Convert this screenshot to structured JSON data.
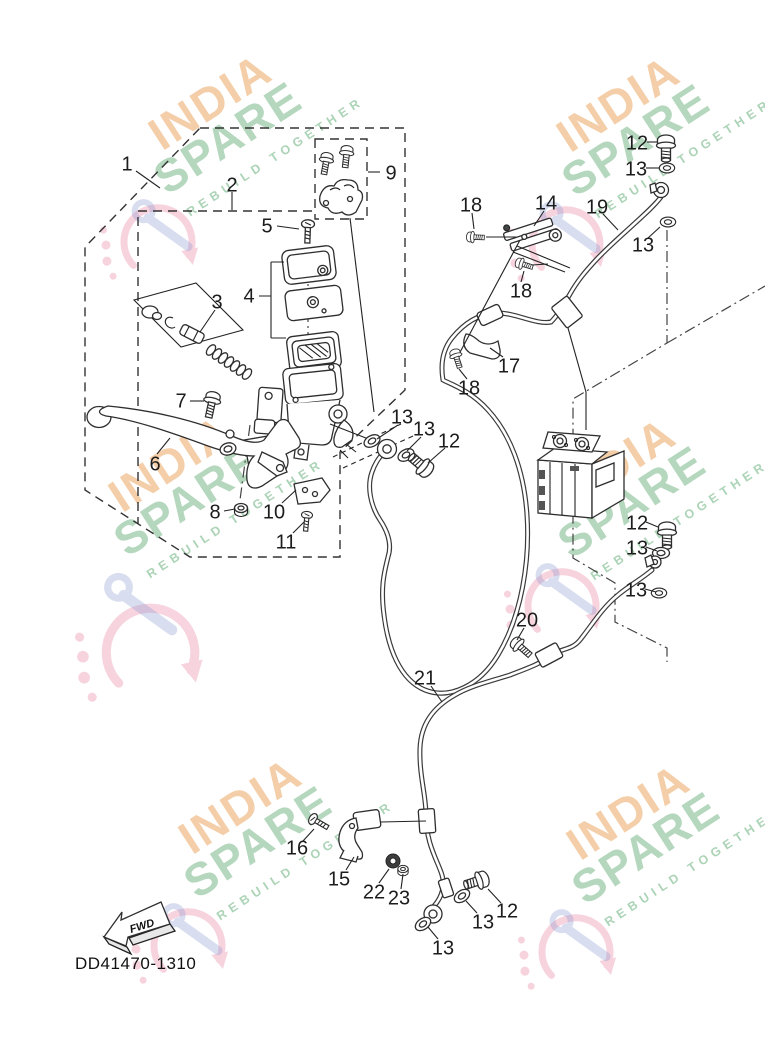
{
  "diagram": {
    "code": "DD41470-1310",
    "fwd_label": "FWD"
  },
  "watermark": {
    "line1": "INDIA",
    "line2": "SPARE",
    "line3": "REBUILD TOGETHER",
    "colors": {
      "india": "#e8933f",
      "spare": "#5aa86f",
      "rebuild": "#5aa86f",
      "icon_pink": "#e87d9e",
      "icon_blue": "#8294cf"
    }
  },
  "labels": [
    {
      "text": "1"
    },
    {
      "text": "2"
    },
    {
      "text": "3"
    },
    {
      "text": "4"
    },
    {
      "text": "5"
    },
    {
      "text": "6"
    },
    {
      "text": "7"
    },
    {
      "text": "8"
    },
    {
      "text": "9"
    },
    {
      "text": "10"
    },
    {
      "text": "11"
    },
    {
      "text": "12"
    },
    {
      "text": "13"
    },
    {
      "text": "19"
    },
    {
      "text": "13"
    },
    {
      "text": "14"
    },
    {
      "text": "18"
    },
    {
      "text": "18"
    },
    {
      "text": "17"
    },
    {
      "text": "18"
    },
    {
      "text": "13"
    },
    {
      "text": "13"
    },
    {
      "text": "12"
    },
    {
      "text": "12"
    },
    {
      "text": "13"
    },
    {
      "text": "13"
    },
    {
      "text": "20"
    },
    {
      "text": "21"
    },
    {
      "text": "16"
    },
    {
      "text": "15"
    },
    {
      "text": "22"
    },
    {
      "text": "23"
    },
    {
      "text": "12"
    },
    {
      "text": "13"
    },
    {
      "text": "13"
    }
  ]
}
